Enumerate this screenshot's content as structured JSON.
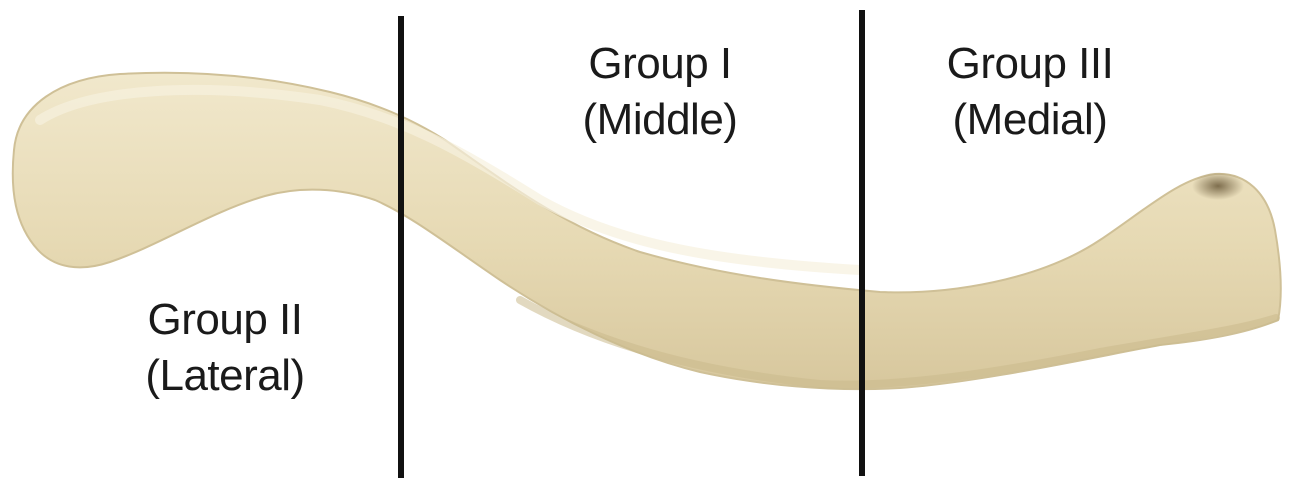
{
  "figure": {
    "subject": "clavicle",
    "colors": {
      "bone": "#e8dcb8",
      "bone_shadow": "#cdbd92",
      "bone_highlight": "#f3ecd3",
      "divider": "#111111",
      "text": "#1a1a1a"
    }
  },
  "groups": [
    {
      "name": "Group I",
      "region": "(Middle)"
    },
    {
      "name": "Group II",
      "region": "(Lateral)"
    },
    {
      "name": "Group III",
      "region": "(Medial)"
    }
  ]
}
